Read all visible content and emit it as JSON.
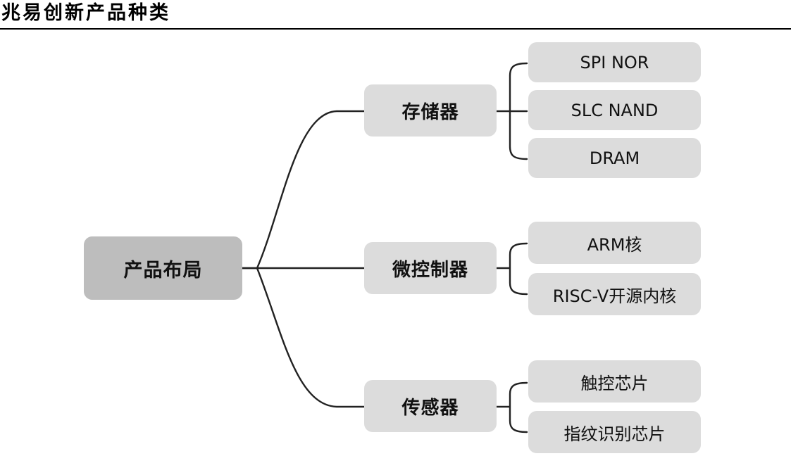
{
  "title": "兆易创新产品种类",
  "root": "产品布局",
  "branches": [
    {
      "label": "存储器",
      "leaves": [
        "SPI NOR",
        "SLC NAND",
        "DRAM"
      ]
    },
    {
      "label": "微控制器",
      "leaves": [
        "ARM核",
        "RISC-V开源内核"
      ]
    },
    {
      "label": "传感器",
      "leaves": [
        "触控芯片",
        "指纹识别芯片"
      ]
    }
  ]
}
